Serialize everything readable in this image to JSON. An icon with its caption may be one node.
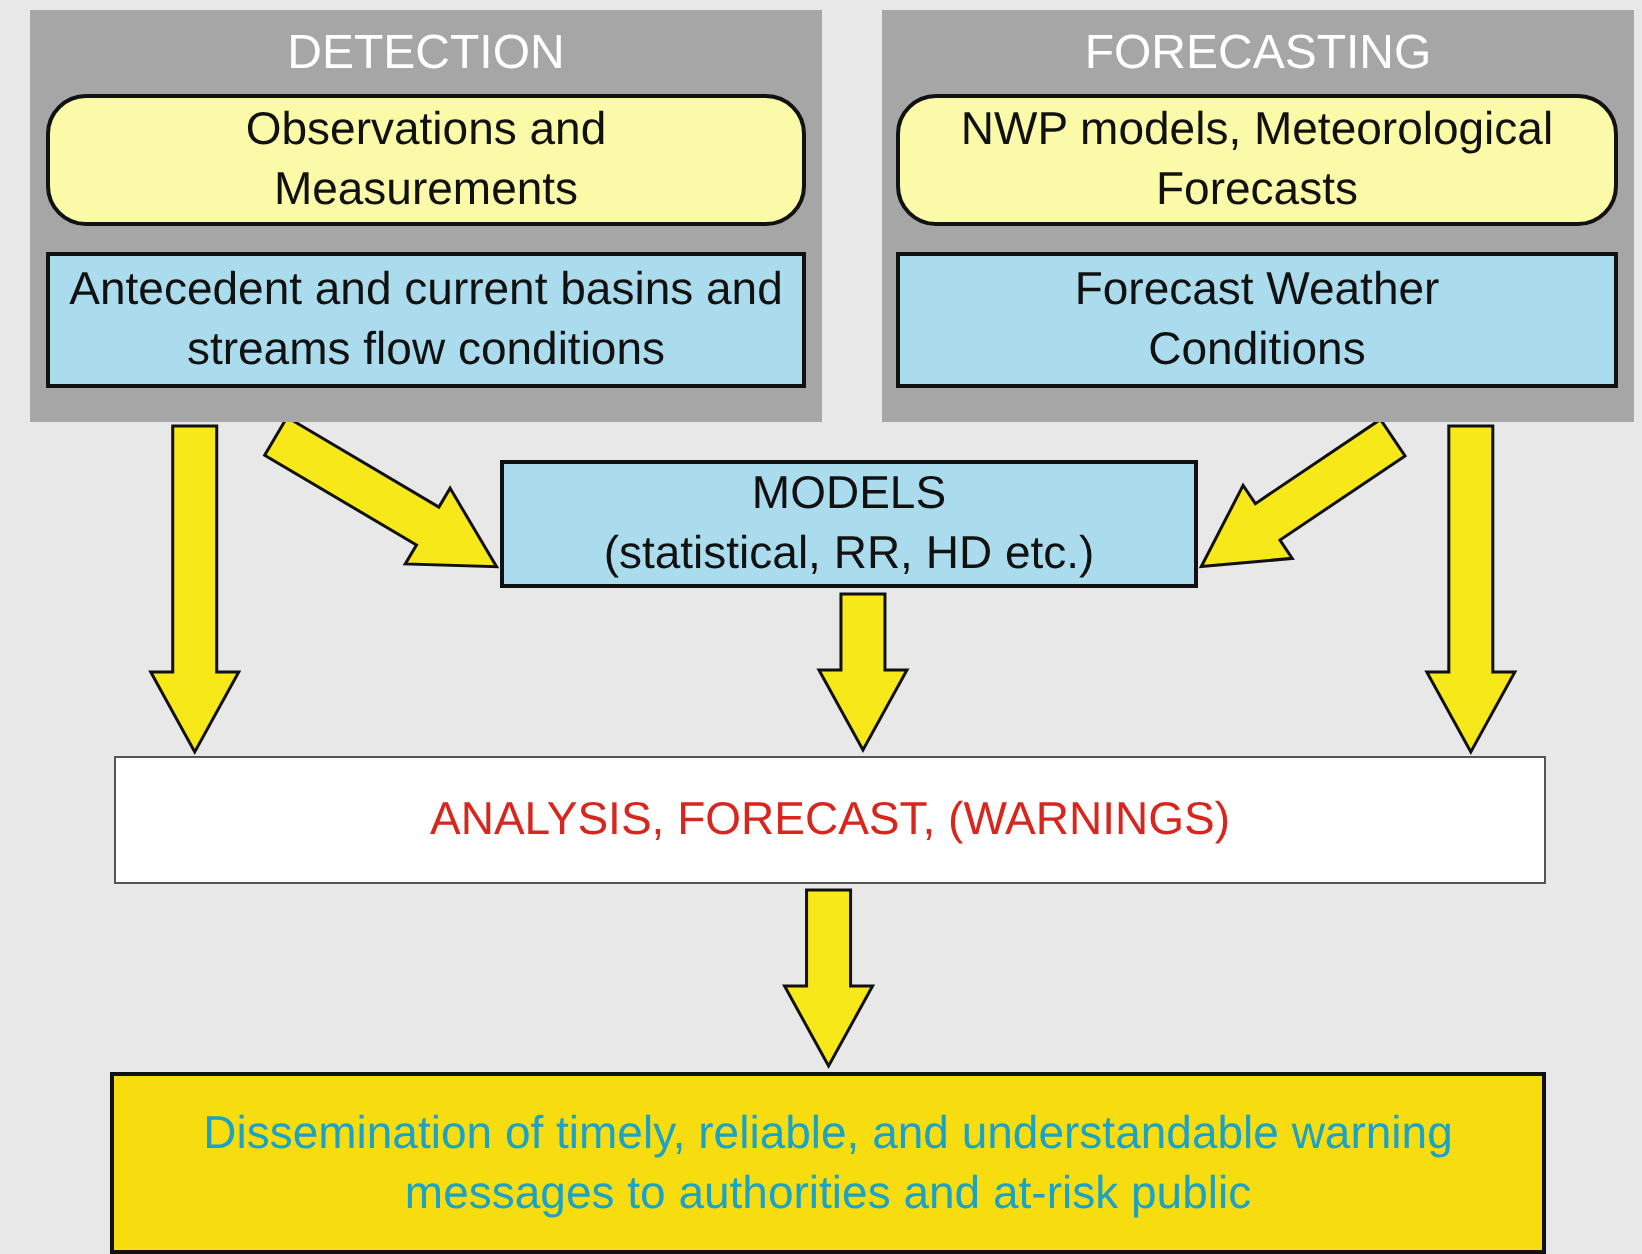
{
  "diagram": {
    "nodes": [
      {
        "text": [
          "DETECTION"
        ]
      },
      {
        "text": [
          "Observations and Measurements"
        ],
        "in": 0
      },
      {
        "text": [
          "Antecedent and current basins and streams flow conditions"
        ],
        "in": 0
      },
      {
        "text": [
          "FORECASTING"
        ]
      },
      {
        "text": [
          "NWP models, Meteorological Forecasts"
        ],
        "in": 3
      },
      {
        "text": [
          "Forecast Weather Conditions"
        ],
        "in": 3
      },
      {
        "text": [
          "MODELS",
          "(statistical, RR, HD etc.)"
        ]
      },
      {
        "text": [
          "ANALYSIS, FORECAST, (WARNINGS)"
        ]
      },
      {
        "text": [
          "Dissemination of timely, reliable, and understandable warning messages to authorities and at-risk public"
        ]
      }
    ],
    "edges": [
      {
        "from": 0,
        "to": 7,
        "arrow": "to"
      },
      {
        "from": 0,
        "to": 6,
        "arrow": "to"
      },
      {
        "from": 3,
        "to": 6,
        "arrow": "to"
      },
      {
        "from": 3,
        "to": 7,
        "arrow": "to"
      },
      {
        "from": 6,
        "to": 7,
        "arrow": "to"
      },
      {
        "from": 7,
        "to": 8,
        "arrow": "to"
      }
    ]
  }
}
